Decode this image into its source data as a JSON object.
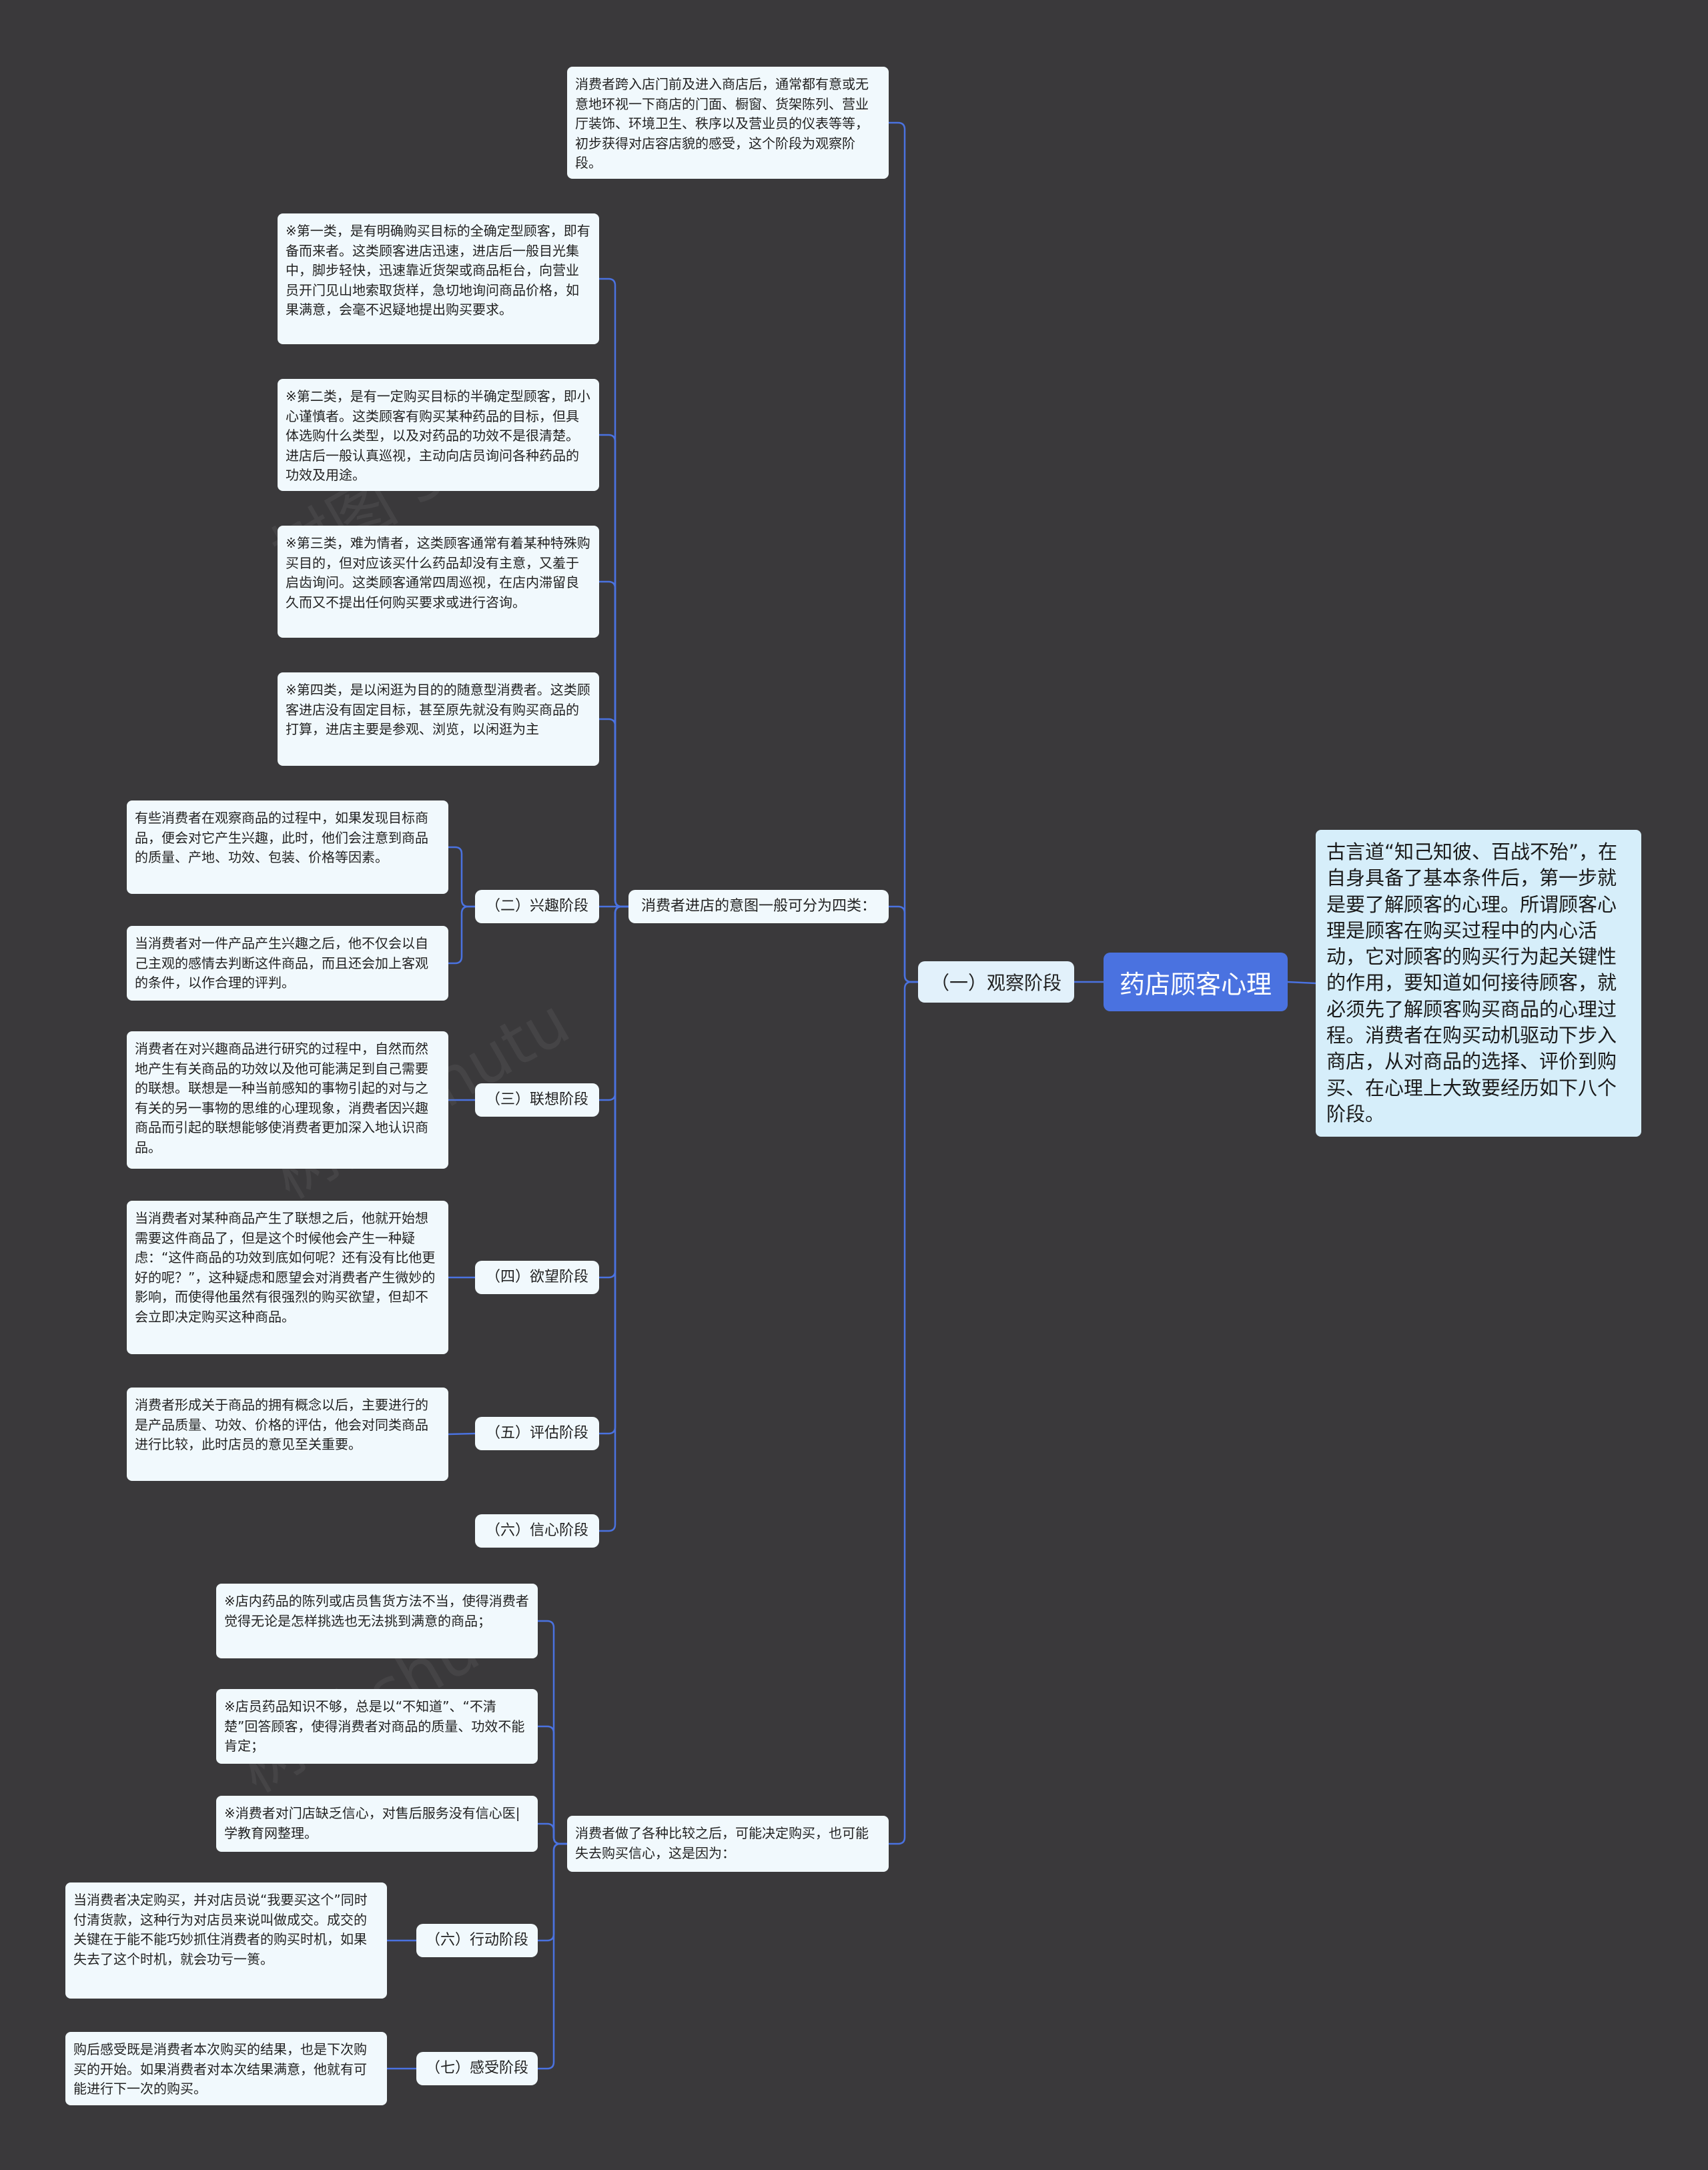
{
  "root": {
    "label": "药店顾客心理"
  },
  "intro": {
    "text": "古言道“知己知彼、百战不殆”，在自身具备了基本条件后，第一步就是要了解顾客的心理。所谓顾客心理是顾客在购买过程中的内心活动，它对顾客的购买行为起关键性的作用，要知道如何接待顾客，就必须先了解顾客购买商品的心理过程。消费者在购买动机驱动下步入商店，从对商品的选择、评价到购买、在心理上大致要经历如下八个阶段。"
  },
  "stage1": {
    "label": "（一）观察阶段"
  },
  "observe": {
    "text": "消费者跨入店门前及进入商店后，通常都有意或无意地环视一下商店的门面、橱窗、货架陈列、营业厅装饰、环境卫生、秩序以及营业员的仪表等等，初步获得对店容店貌的感受，这个阶段为观察阶段。"
  },
  "intent": {
    "label": "消费者进店的意图一般可分为四类：",
    "types": [
      "※第一类，是有明确购买目标的全确定型顾客，即有备而来者。这类顾客进店迅速，进店后一般目光集中，脚步轻快，迅速靠近货架或商品柜台，向营业员开门见山地索取货样，急切地询问商品价格，如果满意，会毫不迟疑地提出购买要求。",
      "※第二类，是有一定购买目标的半确定型顾客，即小心谨慎者。这类顾客有购买某种药品的目标，但具体选购什么类型，以及对药品的功效不是很清楚。进店后一般认真巡视，主动向店员询问各种药品的功效及用途。",
      "※第三类，难为情者，这类顾客通常有着某种特殊购买目的，但对应该买什么药品却没有主意，又羞于启齿询问。这类顾客通常四周巡视，在店内滞留良久而又不提出任何购买要求或进行咨询。",
      "※第四类，是以闲逛为目的的随意型消费者。这类顾客进店没有固定目标，甚至原先就没有购买商品的打算，进店主要是参观、浏览，以闲逛为主"
    ]
  },
  "stages": [
    {
      "label": "（二）兴趣阶段",
      "details": [
        "有些消费者在观察商品的过程中，如果发现目标商品，便会对它产生兴趣，此时，他们会注意到商品的质量、产地、功效、包装、价格等因素。",
        "当消费者对一件产品产生兴趣之后，他不仅会以自己主观的感情去判断这件商品，而且还会加上客观的条件，以作合理的评判。"
      ]
    },
    {
      "label": "（三）联想阶段",
      "details": [
        "消费者在对兴趣商品进行研究的过程中，自然而然地产生有关商品的功效以及他可能满足到自己需要的联想。联想是一种当前感知的事物引起的对与之有关的另一事物的思维的心理现象，消费者因兴趣商品而引起的联想能够使消费者更加深入地认识商品。"
      ]
    },
    {
      "label": "（四）欲望阶段",
      "details": [
        "当消费者对某种商品产生了联想之后，他就开始想需要这件商品了，但是这个时候他会产生一种疑虑：“这件商品的功效到底如何呢？还有没有比他更好的呢？”，这种疑虑和愿望会对消费者产生微妙的影响，而使得他虽然有很强烈的购买欲望，但却不会立即决定购买这种商品。"
      ]
    },
    {
      "label": "（五）评估阶段",
      "details": [
        "消费者形成关于商品的拥有概念以后，主要进行的是产品质量、功效、价格的评估，他会对同类商品进行比较，此时店员的意见至关重要。"
      ]
    },
    {
      "label": "（六）信心阶段",
      "details": []
    }
  ],
  "decision": {
    "label": "消费者做了各种比较之后，可能决定购买，也可能失去购买信心，这是因为：",
    "reasons": [
      "※店内药品的陈列或店员售货方法不当，使得消费者觉得无论是怎样挑选也无法挑到满意的商品；",
      "※店员药品知识不够，总是以“不知道”、“不清楚”回答顾客，使得消费者对商品的质量、功效不能肯定；",
      "※消费者对门店缺乏信心，对售后服务没有信心医|学教育网整理。"
    ],
    "stages": [
      {
        "label": "（六）行动阶段",
        "detail": "当消费者决定购买，并对店员说“我要买这个”同时付清货款，这种行为对店员来说叫做成交。成交的关键在于能不能巧妙抓住消费者的购买时机，如果失去了这个时机，就会功亏一篑。"
      },
      {
        "label": "（七）感受阶段",
        "detail": "购后感受既是消费者本次购买的结果，也是下次购买的开始。如果消费者对本次结果满意，他就有可能进行下一次的购买。"
      }
    ]
  },
  "colors": {
    "background": "#3a393b",
    "root": "#4a72e0",
    "link": "#4a72e0",
    "node": "#f1f9fd"
  }
}
